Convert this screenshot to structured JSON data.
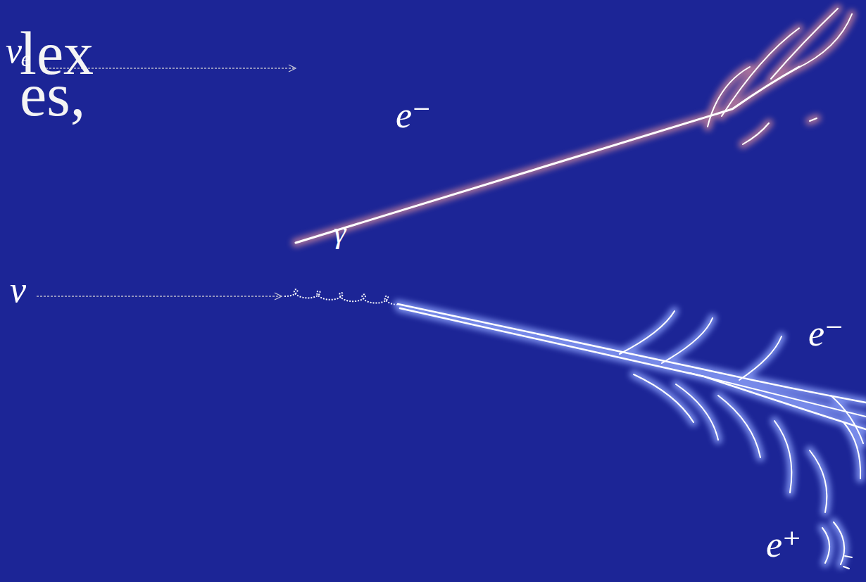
{
  "diagram": {
    "labels": [
      "lex",
      "es,",
      "νₑ",
      "e⁻",
      "γ",
      "ν",
      "e⁻",
      "e⁺"
    ]
  }
}
